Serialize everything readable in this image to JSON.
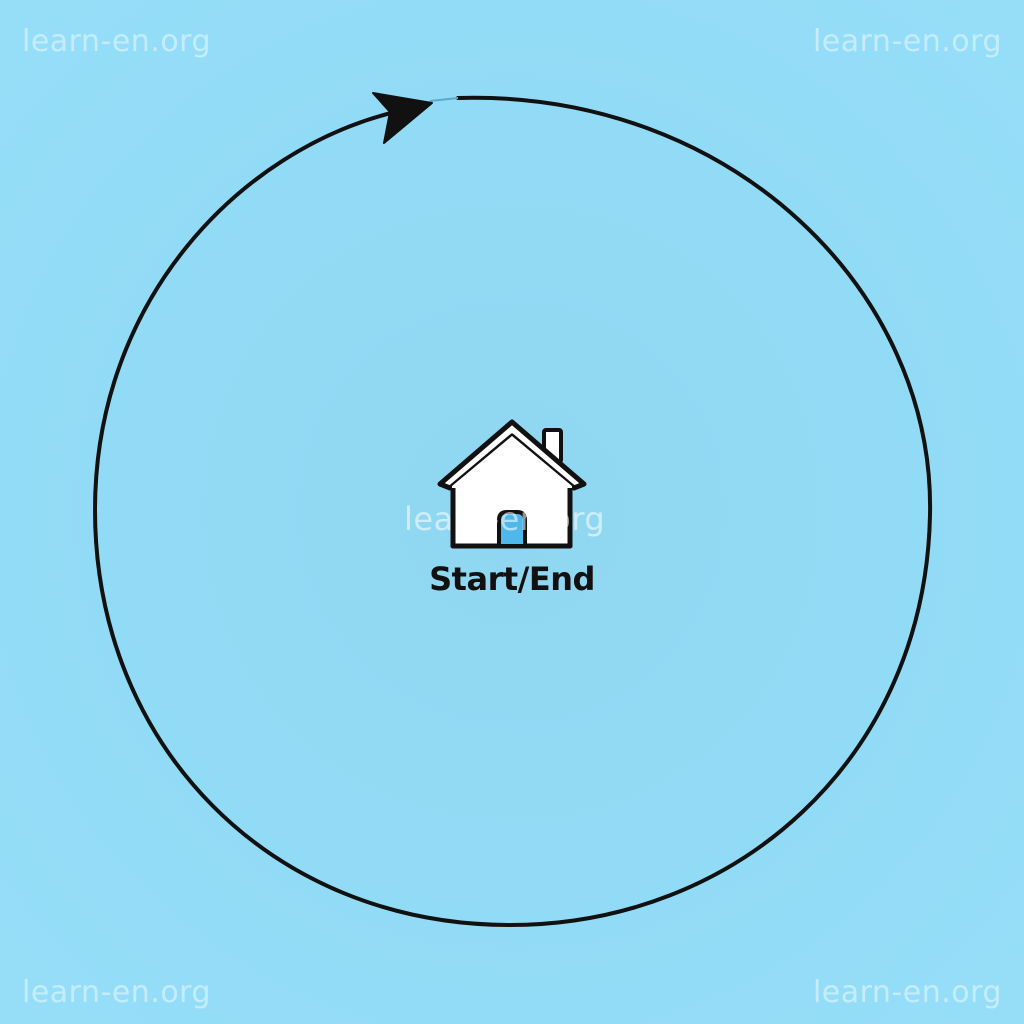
{
  "diagram": {
    "node": {
      "label": "Start/End",
      "icon": "house-icon"
    },
    "cycle": {
      "direction": "clockwise",
      "arrow": "arrowhead-icon"
    }
  },
  "watermarks": {
    "top_left": "learn-en.org",
    "top_right": "learn-en.org",
    "bottom_left": "learn-en.org",
    "bottom_right": "learn-en.org",
    "center": "learn-en.org"
  },
  "colors": {
    "background": "#93dcf7",
    "stroke": "#111111",
    "house_fill": "#ffffff",
    "door": "#4fb8ea"
  }
}
